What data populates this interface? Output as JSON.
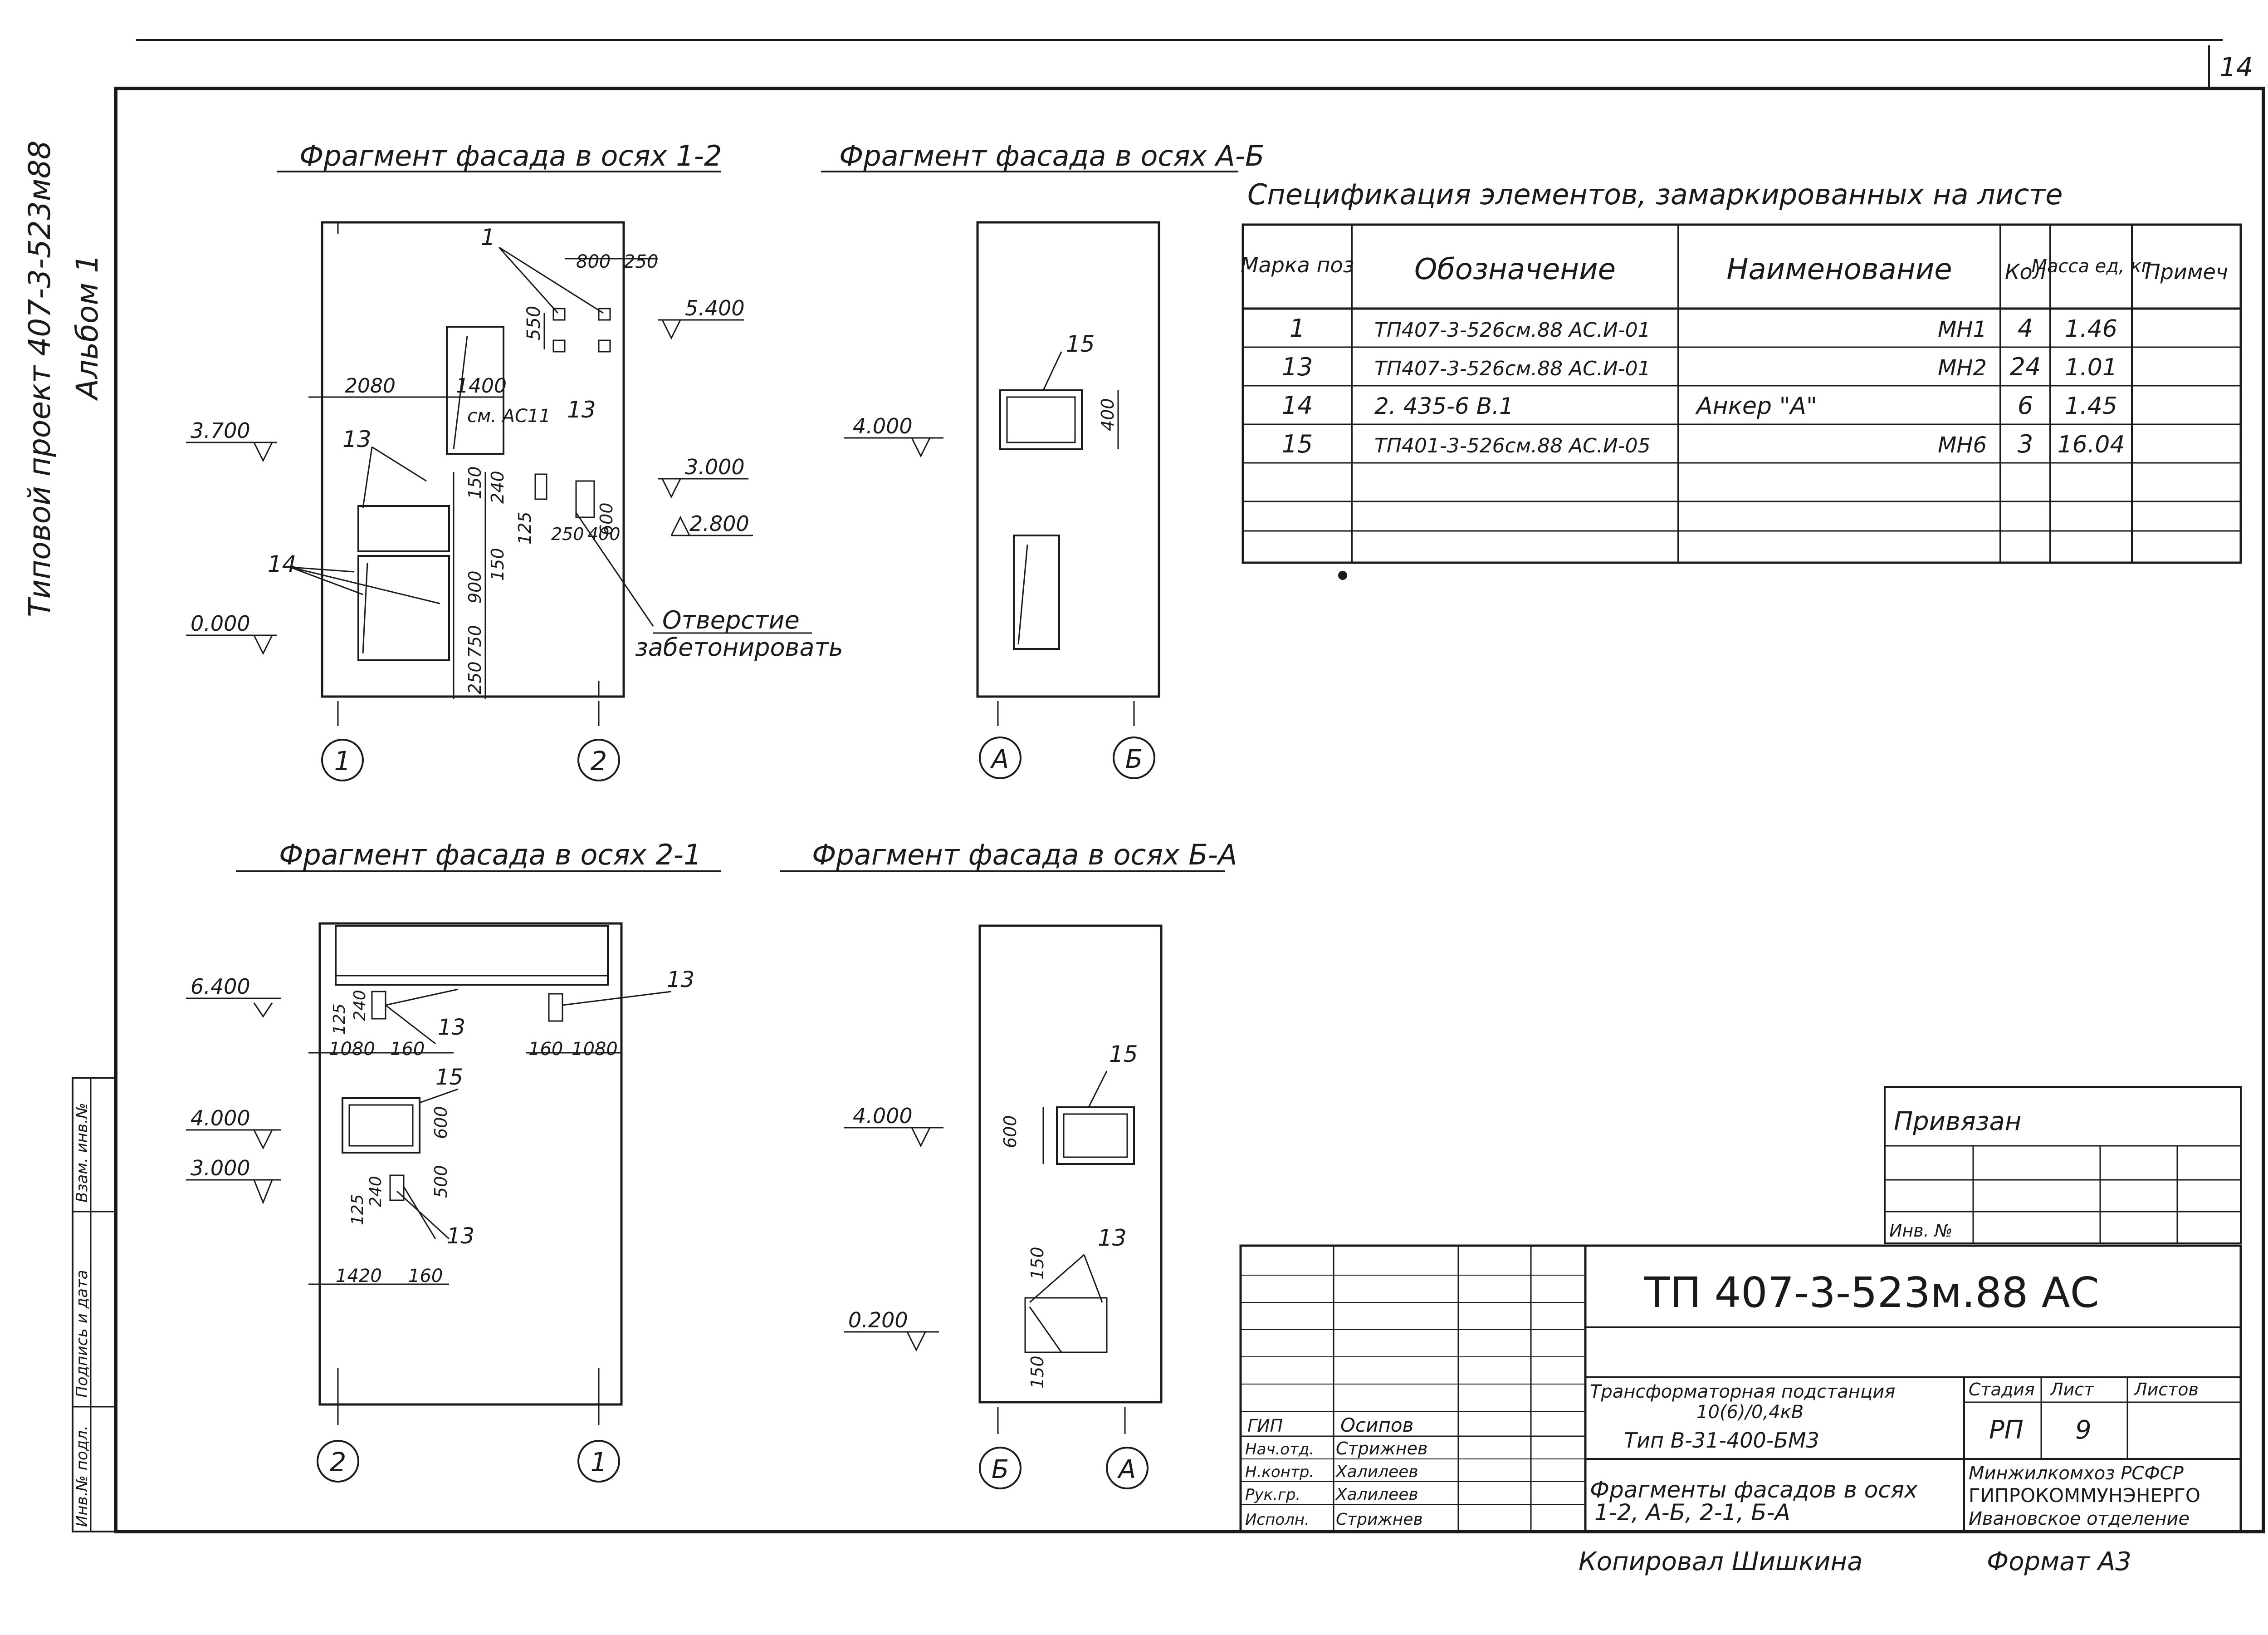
{
  "sheet": {
    "number": "14",
    "side_title": "Типовой проект 407-3-523м88",
    "side_album": "Альбом 1",
    "copied_by": "Копировал Шишкина",
    "format": "Формат А3"
  },
  "left_strip": {
    "cells": [
      "Инв.№ подл.",
      "Подпись и дата",
      "Взам. инв.№"
    ]
  },
  "views": {
    "v12": {
      "title": "Фрагмент фасада в осях 1-2",
      "axis_left": "1",
      "axis_right": "2",
      "levels": [
        "3.700",
        "0.000",
        "5.400",
        "3.000",
        "2.800"
      ],
      "dims": [
        "800",
        "250",
        "550",
        "2080",
        "1400",
        "150",
        "240",
        "125",
        "600",
        "250",
        "400",
        "900",
        "750",
        "150",
        "250"
      ],
      "refs": [
        "1",
        "13",
        "14",
        "13"
      ],
      "note_ref": "см. АС11",
      "note": [
        "Отверстие",
        "забетонировать"
      ]
    },
    "vAB": {
      "title": "Фрагмент фасада в осях А-Б",
      "axis_left": "А",
      "axis_right": "Б",
      "level": "4.000",
      "ref": "15",
      "dim": "400"
    },
    "v21": {
      "title": "Фрагмент фасада в осях 2-1",
      "axis_left": "2",
      "axis_right": "1",
      "levels": [
        "6.400",
        "4.000",
        "3.000"
      ],
      "dims": [
        "125",
        "240",
        "1080",
        "160",
        "160",
        "1080",
        "600",
        "500",
        "125",
        "240",
        "1420",
        "160"
      ],
      "refs": [
        "13",
        "13",
        "15",
        "13"
      ]
    },
    "vBA": {
      "title": "Фрагмент фасада в осях Б-А",
      "axis_left": "Б",
      "axis_right": "А",
      "levels": [
        "4.000",
        "0.200"
      ],
      "refs": [
        "15",
        "13"
      ],
      "dims": [
        "600",
        "150",
        "150"
      ]
    }
  },
  "spec": {
    "title": "Спецификация элементов, замаркированных на листе",
    "headers": [
      "Марка поз",
      "Обозначение",
      "Наименование",
      "Кол",
      "Масса ед, кг",
      "Примеч"
    ],
    "rows": [
      [
        "1",
        "ТП407-3-526см.88 АС.И-01",
        "МН1",
        "4",
        "1.46",
        ""
      ],
      [
        "13",
        "ТП407-3-526см.88 АС.И-01",
        "МН2",
        "24",
        "1.01",
        ""
      ],
      [
        "14",
        "2. 435-6  В.1",
        "Анкер \"А\"",
        "6",
        "1.45",
        ""
      ],
      [
        "15",
        "ТП401-3-526см.88 АС.И-05",
        "МН6",
        "3",
        "16.04",
        ""
      ],
      [
        "",
        "",
        "",
        "",
        "",
        ""
      ],
      [
        "",
        "",
        "",
        "",
        "",
        ""
      ]
    ]
  },
  "privyazan": {
    "label": "Привязан",
    "inv_label": "Инв. №"
  },
  "title_block": {
    "code": "ТП 407-3-523м.88  АС",
    "description": [
      "Трансформаторная подстанция",
      "10(6)/0,4кВ",
      "Тип  В-31-400-БМ3"
    ],
    "sheet_title": [
      "Фрагменты фасадов в осях",
      "1-2,  А-Б,  2-1,  Б-А"
    ],
    "stage_headers": [
      "Стадия",
      "Лист",
      "Листов"
    ],
    "stage_values": [
      "РП",
      "9",
      ""
    ],
    "org": [
      "Минжилкомхоз РСФСР",
      "ГИПРОКОММУНЭНЕРГО",
      "Ивановское отделение"
    ],
    "signatures": [
      {
        "role": "ГИП",
        "name": "Осипов"
      },
      {
        "role": "Нач.отд.",
        "name": "Стрижнев"
      },
      {
        "role": "Н.контр.",
        "name": "Халилеев"
      },
      {
        "role": "Рук.гр.",
        "name": "Халилеев"
      },
      {
        "role": "Исполн.",
        "name": "Стрижнев"
      }
    ]
  }
}
